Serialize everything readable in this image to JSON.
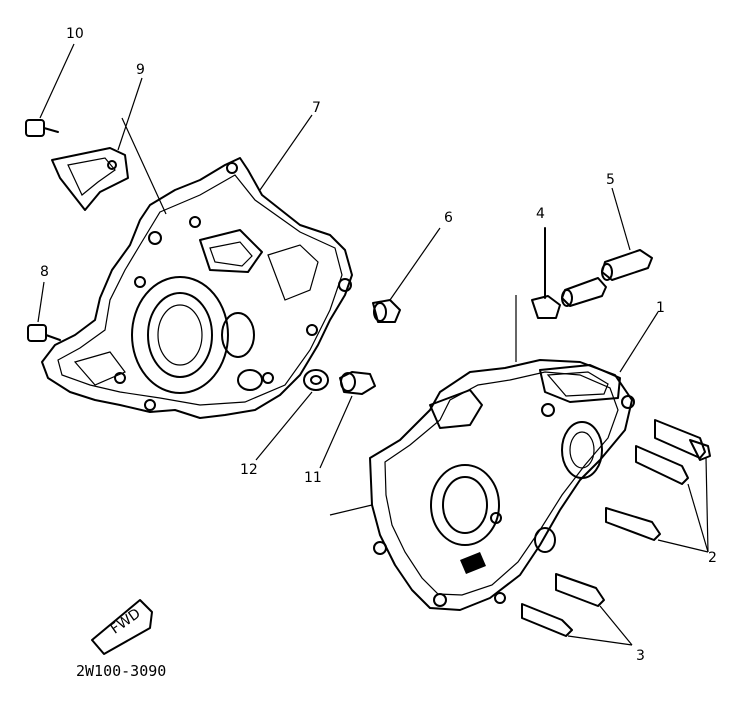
{
  "diagram": {
    "part_code": "2W100-3090",
    "fwd_label": "FWD",
    "callouts": [
      "1",
      "2",
      "3",
      "4",
      "5",
      "6",
      "7",
      "8",
      "9",
      "10",
      "11",
      "12"
    ]
  }
}
